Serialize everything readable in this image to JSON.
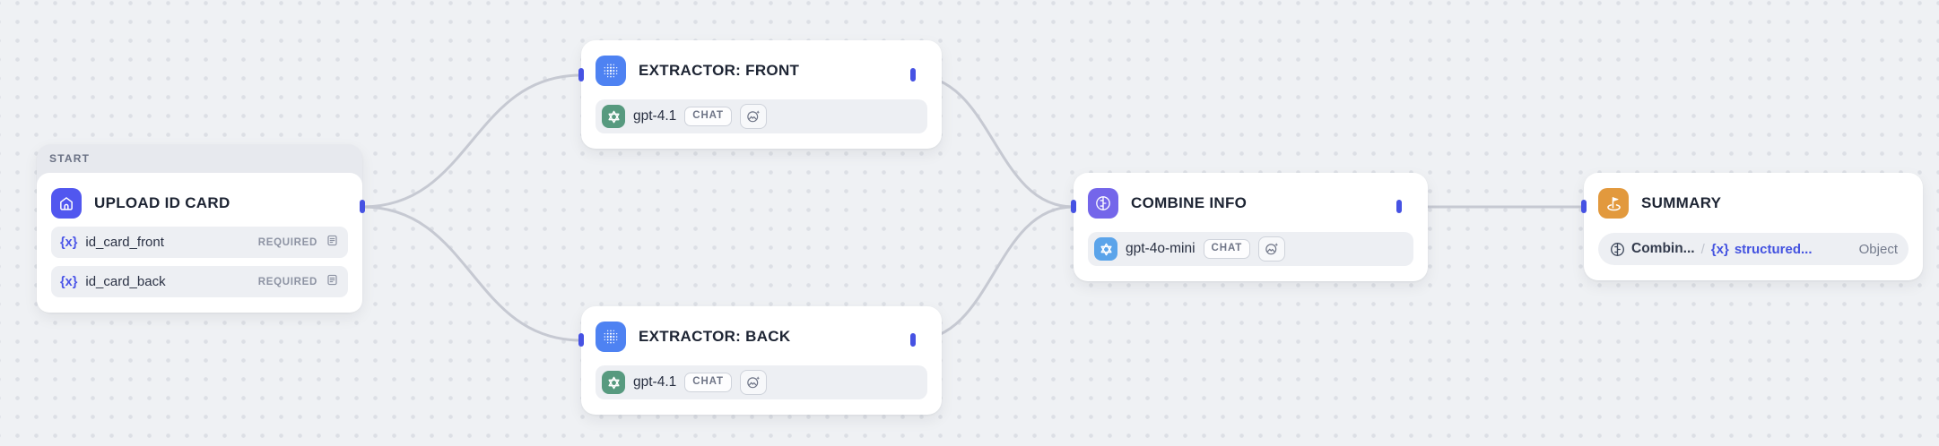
{
  "nodes": {
    "upload": {
      "badge": "START",
      "title": "UPLOAD ID CARD",
      "fields": [
        {
          "var": "{x}",
          "name": "id_card_front",
          "tag": "REQUIRED"
        },
        {
          "var": "{x}",
          "name": "id_card_back",
          "tag": "REQUIRED"
        }
      ]
    },
    "extractor_front": {
      "title": "EXTRACTOR: FRONT",
      "model": {
        "name": "gpt-4.1",
        "badge": "CHAT",
        "provider": "openai",
        "capability": "vision"
      }
    },
    "extractor_back": {
      "title": "EXTRACTOR: BACK",
      "model": {
        "name": "gpt-4.1",
        "badge": "CHAT",
        "provider": "openai",
        "capability": "vision"
      }
    },
    "combine": {
      "title": "COMBINE INFO",
      "model": {
        "name": "gpt-4o-mini",
        "badge": "CHAT",
        "provider": "openai",
        "capability": "vision"
      }
    },
    "summary": {
      "title": "SUMMARY",
      "output": {
        "source": "Combin...",
        "separator": "/",
        "var": "{x}",
        "field": "structured...",
        "type": "Object"
      }
    }
  },
  "icons": {
    "upload": "home-icon",
    "extractor": "dot-grid-icon",
    "combine": "brain-circuit-icon",
    "summary": "flag-icon",
    "provider": "openai-logo-icon",
    "capability": "vision-sparkle-icon",
    "required": "document-lines-icon"
  },
  "colors": {
    "canvas_bg": "#eff1f4",
    "grid_dot": "#dcdfe5",
    "edge": "#c6c9d2",
    "handle": "#4652e3",
    "upload_accent": "#5157ef",
    "extractor_accent": "#4e82f2",
    "combine_accent": "#7466ea",
    "summary_accent": "#e2993d",
    "openai_green": "#579a7f",
    "openai_blue": "#5ba4ea"
  }
}
